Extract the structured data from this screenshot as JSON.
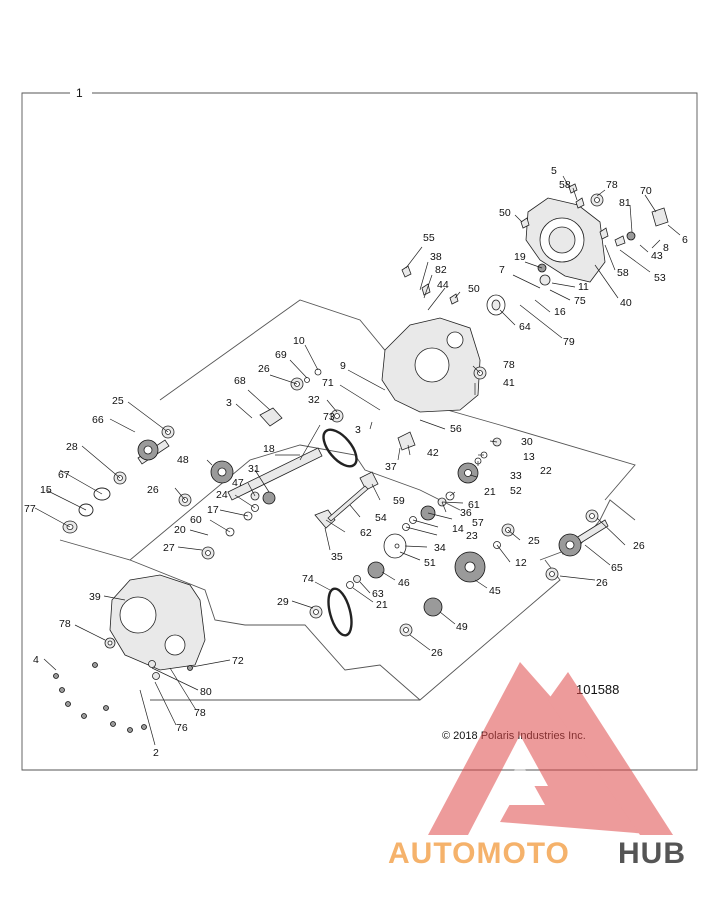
{
  "figure": {
    "assembly_callout": "1",
    "diagram_number": "101588",
    "copyright": "© 2018 Polaris Industries Inc."
  },
  "watermark": {
    "text_left": "AUTOMOTO",
    "text_right": "HUB",
    "colors": {
      "triangle": "#e04a4a",
      "auto": "#f5b26b",
      "hub": "#555555"
    }
  },
  "callouts": [
    "5",
    "58",
    "78",
    "70",
    "50",
    "81",
    "6",
    "8",
    "43",
    "53",
    "58",
    "40",
    "55",
    "38",
    "82",
    "44",
    "50",
    "7",
    "19",
    "11",
    "75",
    "16",
    "79",
    "64",
    "10",
    "69",
    "9",
    "78",
    "41",
    "26",
    "71",
    "68",
    "25",
    "3",
    "32",
    "66",
    "73",
    "18",
    "3",
    "56",
    "30",
    "13",
    "22",
    "28",
    "48",
    "42",
    "37",
    "33",
    "52",
    "21",
    "31",
    "26",
    "47",
    "24",
    "17",
    "61",
    "59",
    "54",
    "15",
    "67",
    "77",
    "60",
    "36",
    "14",
    "57",
    "23",
    "20",
    "27",
    "62",
    "34",
    "25",
    "26",
    "35",
    "51",
    "12",
    "65",
    "46",
    "45",
    "26",
    "74",
    "21",
    "63",
    "29",
    "39",
    "49",
    "78",
    "26",
    "4",
    "72",
    "80",
    "78",
    "76",
    "2"
  ]
}
